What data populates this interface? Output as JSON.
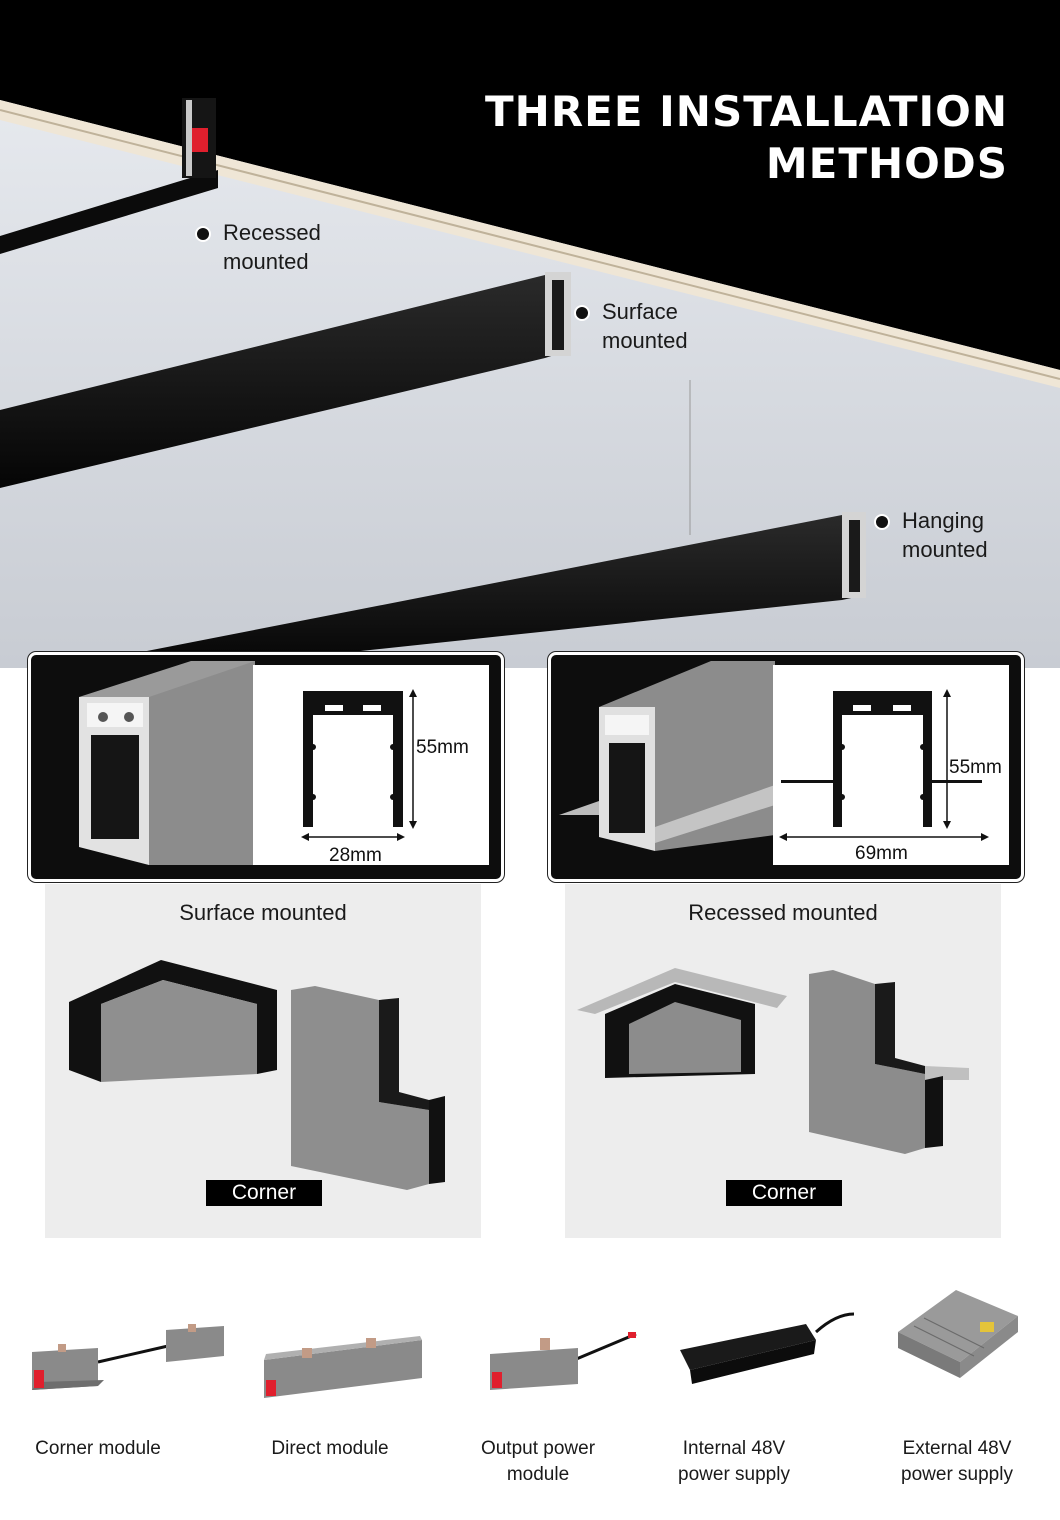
{
  "hero": {
    "title_line1": "THREE INSTALLATION",
    "title_line2": "METHODS",
    "callouts": [
      {
        "line1": "Recessed",
        "line2": "mounted"
      },
      {
        "line1": "Surface",
        "line2": "mounted"
      },
      {
        "line1": "Hanging",
        "line2": "mounted"
      }
    ]
  },
  "profiles": [
    {
      "height_label": "55mm",
      "width_label": "28mm"
    },
    {
      "height_label": "55mm",
      "width_label": "69mm"
    }
  ],
  "corners": [
    {
      "title": "Surface mounted",
      "tag": "Corner"
    },
    {
      "title": "Recessed mounted",
      "tag": "Corner"
    }
  ],
  "modules": [
    {
      "line1": "Corner module",
      "line2": ""
    },
    {
      "line1": "Direct module",
      "line2": ""
    },
    {
      "line1": "Output power",
      "line2": "module"
    },
    {
      "line1": "Internal 48V",
      "line2": "power supply"
    },
    {
      "line1": "External 48V",
      "line2": "power supply"
    }
  ],
  "colors": {
    "accent_red": "#e01f2d",
    "profile_black": "#111111",
    "ceiling": "#d9dde3"
  }
}
